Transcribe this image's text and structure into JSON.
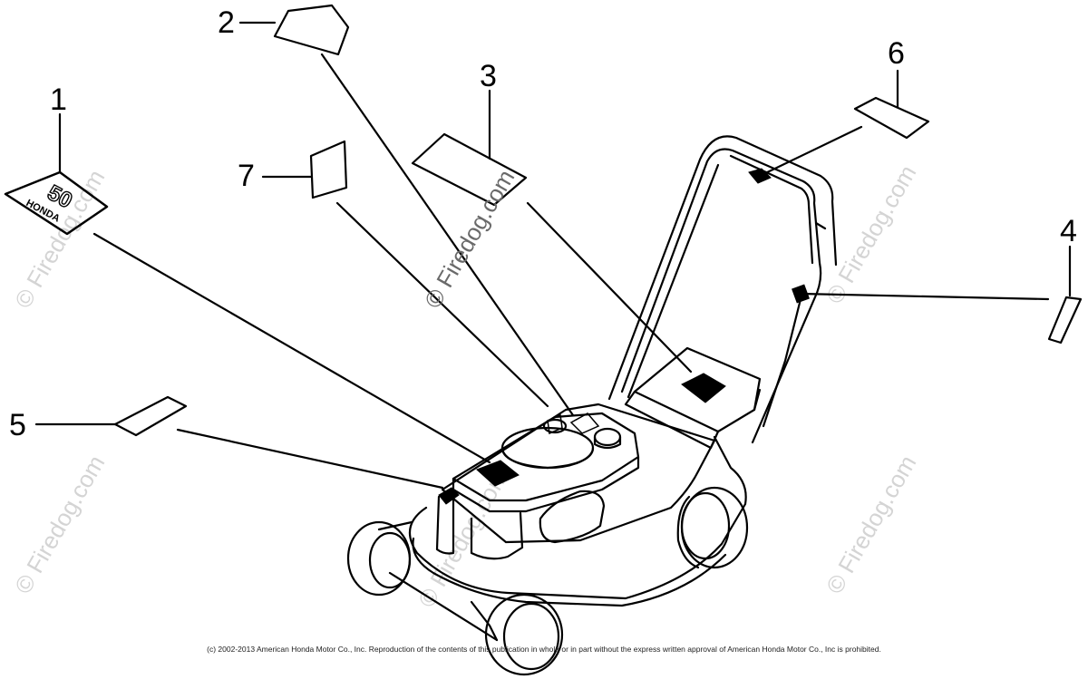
{
  "diagram": {
    "callouts": [
      "1",
      "2",
      "3",
      "4",
      "5",
      "6",
      "7"
    ],
    "decal_1": {
      "brand": "HONDA",
      "model": "50"
    },
    "watermark": "© Firedog.com",
    "copyright": "(c) 2002-2013 American Honda Motor Co., Inc. Reproduction of the contents of this publication in whole or in part without the express written approval of American Honda Motor Co., Inc is prohibited."
  },
  "colors": {
    "line": "#000000",
    "watermark": "#d4d4d4",
    "background": "#ffffff"
  }
}
